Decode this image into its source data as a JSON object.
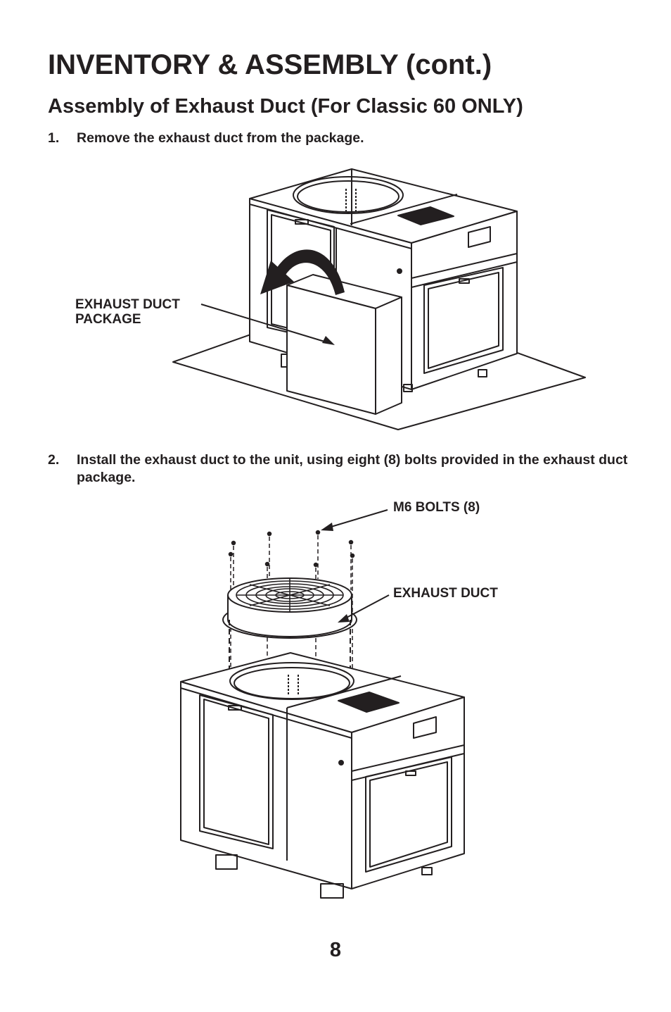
{
  "header": {
    "title": "INVENTORY & ASSEMBLY (cont.)",
    "subtitle": "Assembly of Exhaust Duct (For Classic 60 ONLY)"
  },
  "steps": [
    {
      "number": "1.",
      "text": "Remove the exhaust duct from the package."
    },
    {
      "number": "2.",
      "text": "Install the exhaust duct to the unit, using eight (8) bolts provided in the exhaust duct package."
    }
  ],
  "figure1": {
    "callout_line1": "EXHAUST DUCT",
    "callout_line2": "PACKAGE"
  },
  "figure2": {
    "bolts_label": "M6 BOLTS (8)",
    "duct_label": "EXHAUST DUCT"
  },
  "footer": {
    "page_number": "8"
  }
}
